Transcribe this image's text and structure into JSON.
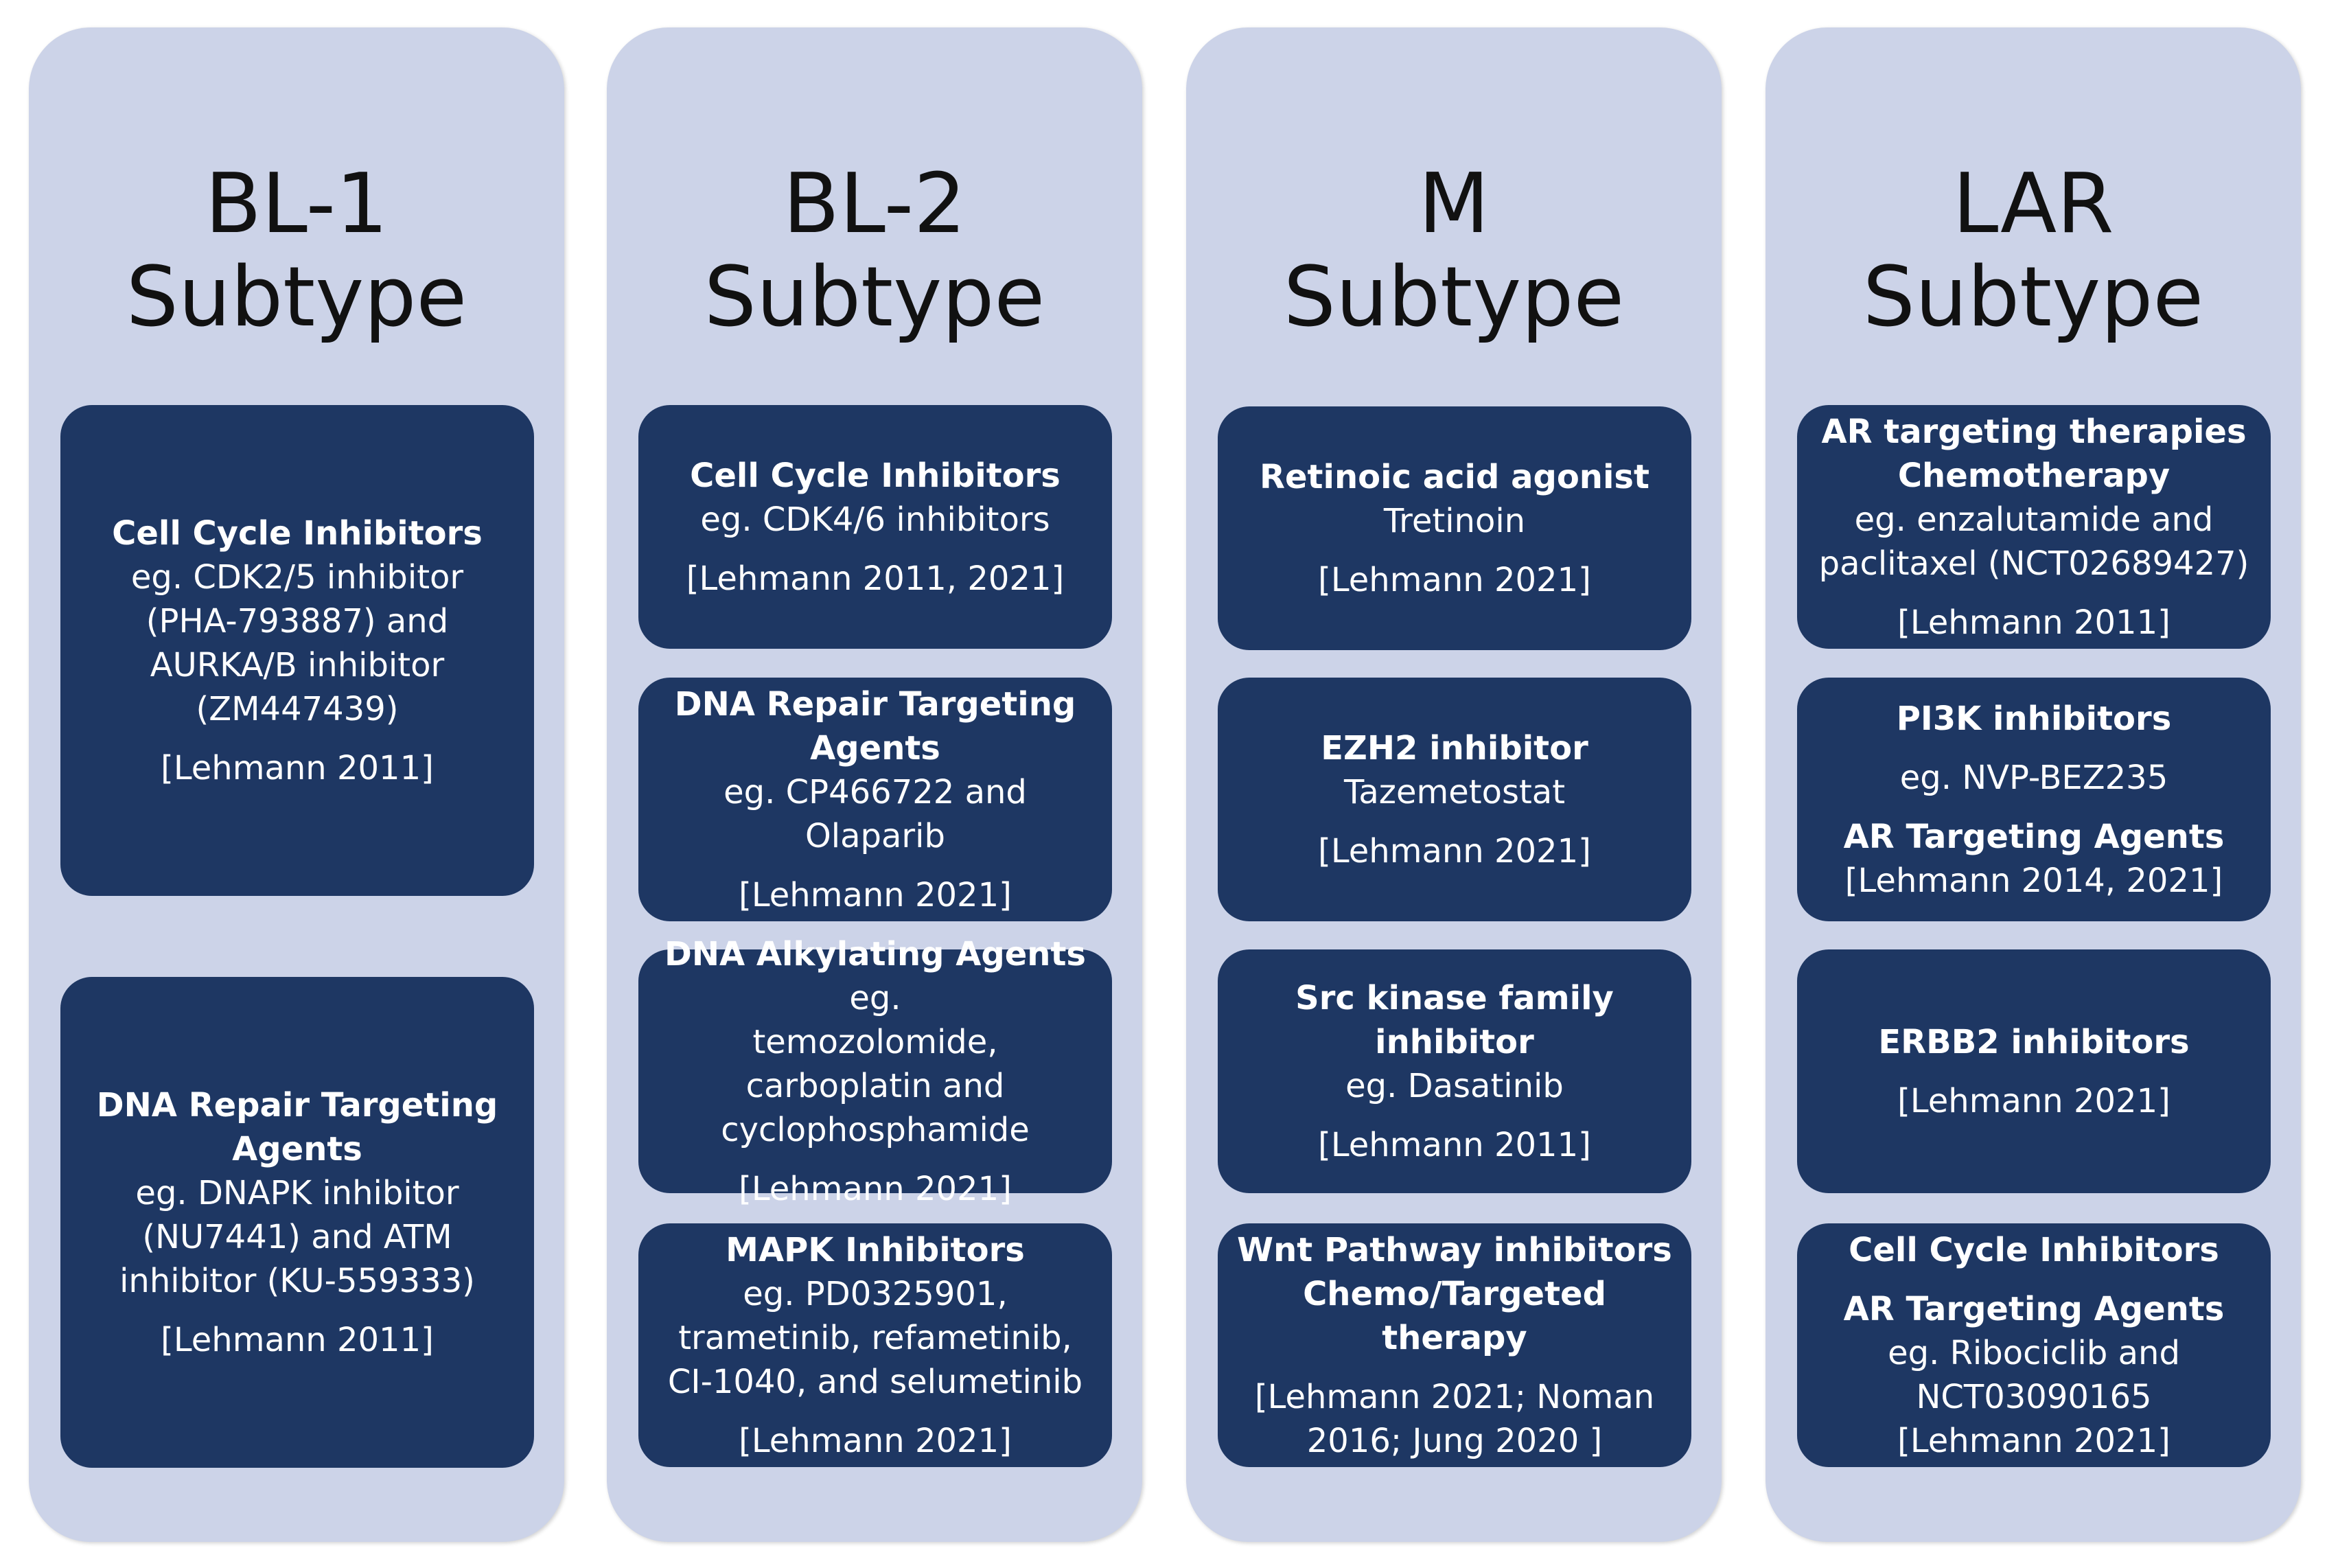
{
  "colors": {
    "column_bg": "#ccd3e8",
    "box_bg": "#1e3763",
    "box_text": "#ffffff",
    "title_text": "#111111"
  },
  "columns": [
    {
      "title_line1": "BL-1",
      "title_line2": "Subtype",
      "boxes": [
        {
          "heading": "Cell Cycle Inhibitors",
          "lines": [
            "eg. CDK2/5 inhibitor",
            "(PHA-793887) and",
            "AURKA/B inhibitor",
            "(ZM447439)"
          ],
          "ref": "[Lehmann 2011]"
        },
        {
          "heading_lines": [
            "DNA Repair Targeting",
            "Agents"
          ],
          "lines": [
            "eg. DNAPK inhibitor",
            "(NU7441) and ATM",
            "inhibitor (KU-559333)"
          ],
          "ref": "[Lehmann 2011]"
        }
      ]
    },
    {
      "title_line1": "BL-2",
      "title_line2": "Subtype",
      "boxes": [
        {
          "heading": "Cell Cycle Inhibitors",
          "lines": [
            "eg. CDK4/6 inhibitors"
          ],
          "ref": "[Lehmann 2011, 2021]"
        },
        {
          "heading_lines": [
            "DNA Repair Targeting",
            "Agents"
          ],
          "lines": [
            "eg. CP466722 and",
            "Olaparib"
          ],
          "ref": "[Lehmann 2021]"
        },
        {
          "heading": "DNA Alkylating Agents",
          "heading_tail": " eg.",
          "lines": [
            "temozolomide,",
            "carboplatin and",
            "cyclophosphamide"
          ],
          "ref": "[Lehmann 2021]"
        },
        {
          "heading": "MAPK Inhibitors",
          "lines": [
            "eg. PD0325901,",
            "trametinib, refametinib,",
            "CI-1040, and selumetinib"
          ],
          "ref": "[Lehmann 2021]"
        }
      ]
    },
    {
      "title_line1": "M",
      "title_line2": "Subtype",
      "boxes": [
        {
          "heading": "Retinoic acid agonist",
          "lines": [
            "Tretinoin"
          ],
          "ref": "[Lehmann 2021]"
        },
        {
          "heading": "EZH2 inhibitor",
          "lines": [
            "Tazemetostat"
          ],
          "ref": "[Lehmann 2021]"
        },
        {
          "heading": "Src kinase family inhibitor",
          "lines": [
            "eg. Dasatinib"
          ],
          "ref": "[Lehmann 2011]"
        },
        {
          "heading_lines": [
            "Wnt Pathway inhibitors",
            "Chemo/Targeted therapy"
          ],
          "ref_lines": [
            "[Lehmann 2021; Noman",
            "2016; Jung 2020 ]"
          ]
        }
      ]
    },
    {
      "title_line1": "LAR",
      "title_line2": "Subtype",
      "boxes": [
        {
          "heading_lines": [
            "AR targeting therapies",
            "Chemotherapy"
          ],
          "lines": [
            "eg. enzalutamide and",
            "paclitaxel (NCT02689427)"
          ],
          "ref": "[Lehmann 2011]"
        },
        {
          "heading": "PI3K inhibitors",
          "sub": "eg. NVP-BEZ235",
          "heading2": "AR Targeting Agents",
          "ref": "[Lehmann 2014, 2021]"
        },
        {
          "heading": "ERBB2 inhibitors",
          "ref": "[Lehmann 2021]"
        },
        {
          "heading": "Cell Cycle Inhibitors",
          "heading2": "AR Targeting Agents",
          "lines": [
            "eg. Ribociclib and",
            "NCT03090165"
          ],
          "ref": "[Lehmann 2021]"
        }
      ]
    }
  ]
}
